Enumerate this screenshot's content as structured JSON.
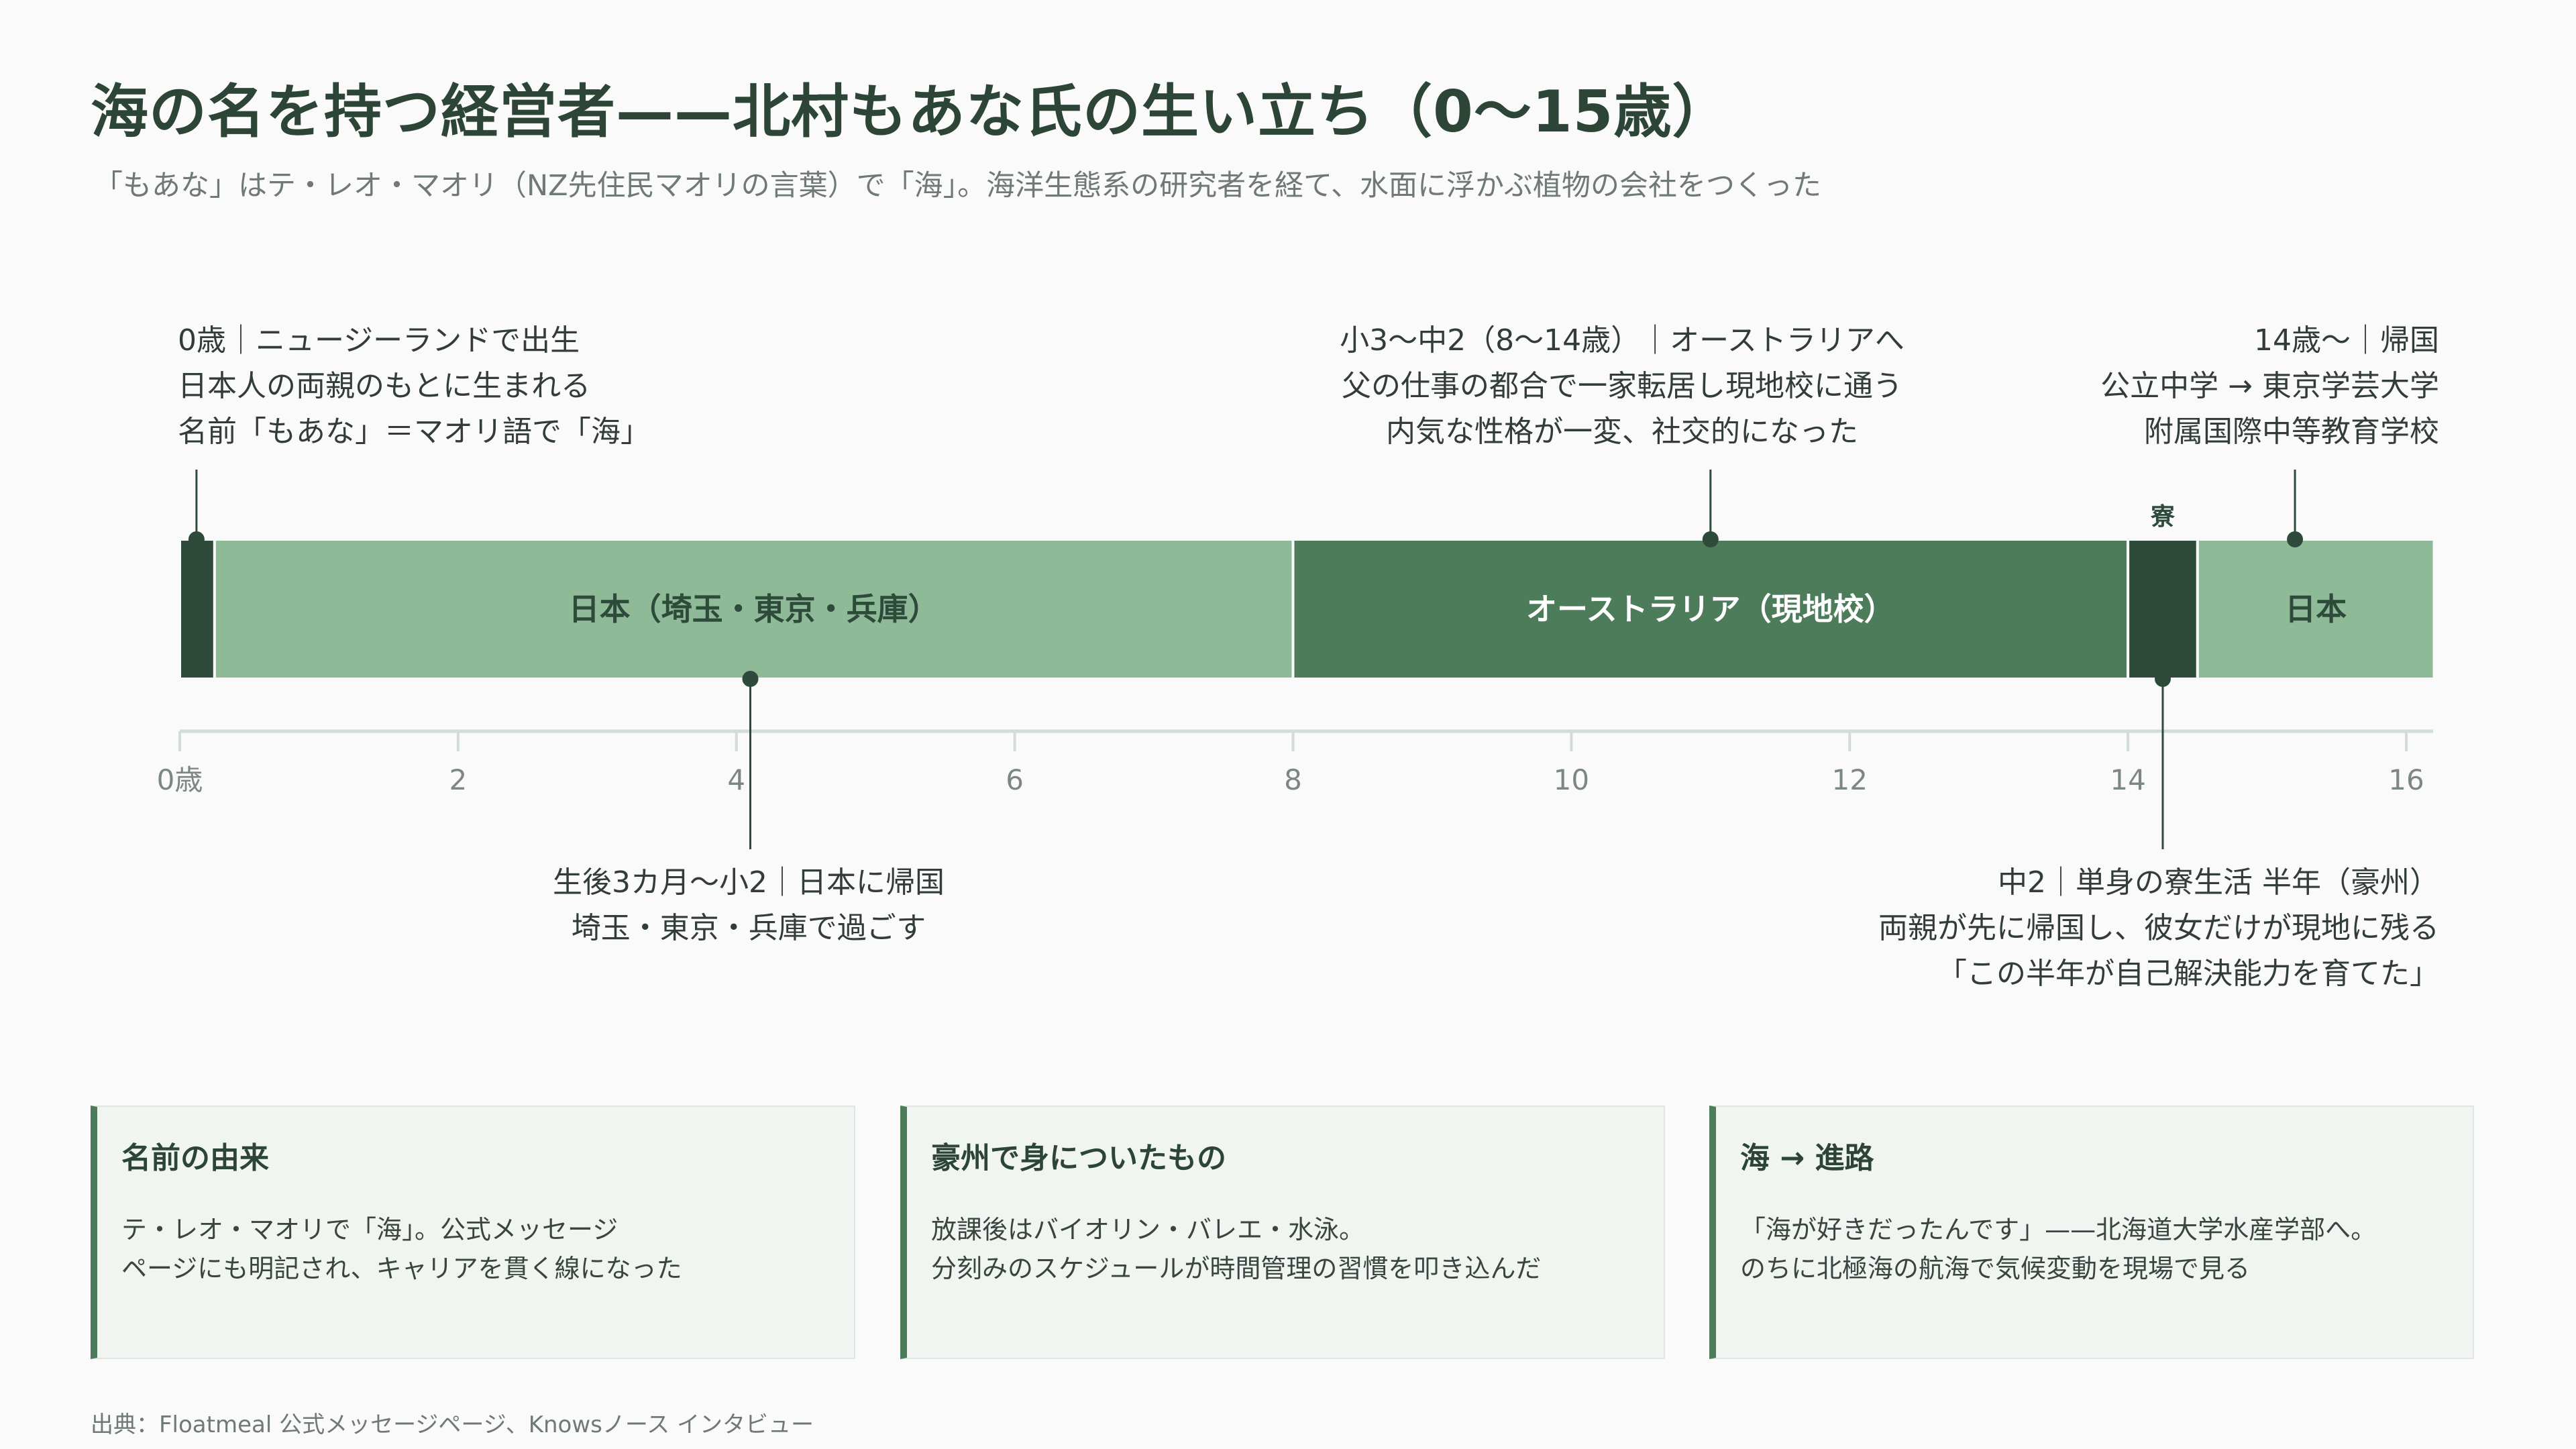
{
  "header": {
    "title": "海の名を持つ経営者——北村もあな氏の生い立ち（0〜15歳）",
    "subtitle": "「もあな」はテ・レオ・マオリ（NZ先住民マオリの言葉）で「海」。海洋生態系の研究者を経て、水面に浮かぶ植物の会社をつくった"
  },
  "axis": {
    "min": 0,
    "max": 16,
    "ticks": [
      0,
      2,
      4,
      6,
      8,
      10,
      12,
      14,
      16
    ],
    "tick_labels": [
      "0歳",
      "2",
      "4",
      "6",
      "8",
      "10",
      "12",
      "14",
      "16"
    ]
  },
  "segments": [
    {
      "start": 0,
      "end": 0.25,
      "label": "",
      "color": "#2d4a3a"
    },
    {
      "start": 0.25,
      "end": 8,
      "label": "日本（埼玉・東京・兵庫）",
      "color": "#8fba98"
    },
    {
      "start": 8,
      "end": 14,
      "label": "オーストラリア（現地校）",
      "color": "#4d7c5a"
    },
    {
      "start": 14,
      "end": 14.5,
      "label": "寮",
      "color": "#2d4a3a"
    },
    {
      "start": 14.5,
      "end": 16.2,
      "label": "日本",
      "color": "#8fba98"
    }
  ],
  "annotations": {
    "birth": {
      "age": 0.12,
      "lines": [
        "0歳｜ニュージーランドで出生",
        "日本人の両親のもとに生まれる",
        "名前「もあな」＝マオリ語で「海」"
      ]
    },
    "japan": {
      "age": 4.1,
      "lines": [
        "生後3カ月〜小2｜日本に帰国",
        "埼玉・東京・兵庫で過ごす"
      ]
    },
    "australia": {
      "age": 11,
      "lines": [
        "小3〜中2（8〜14歳）｜オーストラリアへ",
        "父の仕事の都合で一家転居し現地校に通う",
        "内気な性格が一変、社交的になった"
      ]
    },
    "dorm": {
      "age": 14.25,
      "lines": [
        "中2｜単身の寮生活 半年（豪州）",
        "両親が先に帰国し、彼女だけが現地に残る",
        "「この半年が自己解決能力を育てた」"
      ]
    },
    "return": {
      "age": 15.2,
      "lines": [
        "14歳〜｜帰国",
        "公立中学 → 東京学芸大学",
        "附属国際中等教育学校"
      ]
    }
  },
  "cards": [
    {
      "title": "名前の由来",
      "lines": [
        "テ・レオ・マオリで「海」。公式メッセージ",
        "ページにも明記され、キャリアを貫く線になった"
      ]
    },
    {
      "title": "豪州で身についたもの",
      "lines": [
        "放課後はバイオリン・バレエ・水泳。",
        "分刻みのスケジュールが時間管理の習慣を叩き込んだ"
      ]
    },
    {
      "title": "海 → 進路",
      "lines": [
        "「海が好きだったんです」——北海道大学水産学部へ。",
        "のちに北極海の航海で気候変動を現場で見る"
      ]
    }
  ],
  "source": "出典：Floatmeal 公式メッセージページ、Knowsノース インタビュー",
  "colors": {
    "dark": "#2d4a3a",
    "mid": "#4d7c5a",
    "light": "#8fba98",
    "axis": "#d3dcd6"
  }
}
